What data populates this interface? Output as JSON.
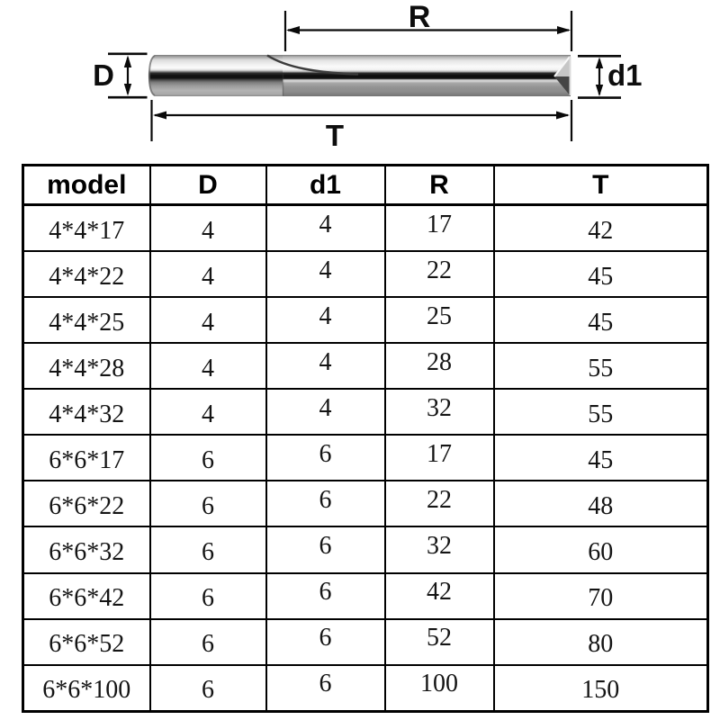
{
  "diagram": {
    "labels": {
      "R": "R",
      "D": "D",
      "d1": "d1",
      "T": "T"
    },
    "line_color": "#000000",
    "tool_colors": {
      "highlight": "#fafafa",
      "dark_band": "#0d0d0d",
      "body_gray": "#9c9c9c"
    }
  },
  "table": {
    "headers": {
      "model": "model",
      "D": "D",
      "d1": "d1",
      "R": "R",
      "T": "T"
    },
    "rows": [
      {
        "model": "4*4*17",
        "D": "4",
        "d1": "4",
        "R": "17",
        "T": "42"
      },
      {
        "model": "4*4*22",
        "D": "4",
        "d1": "4",
        "R": "22",
        "T": "45"
      },
      {
        "model": "4*4*25",
        "D": "4",
        "d1": "4",
        "R": "25",
        "T": "45"
      },
      {
        "model": "4*4*28",
        "D": "4",
        "d1": "4",
        "R": "28",
        "T": "55"
      },
      {
        "model": "4*4*32",
        "D": "4",
        "d1": "4",
        "R": "32",
        "T": "55"
      },
      {
        "model": "6*6*17",
        "D": "6",
        "d1": "6",
        "R": "17",
        "T": "45"
      },
      {
        "model": "6*6*22",
        "D": "6",
        "d1": "6",
        "R": "22",
        "T": "48"
      },
      {
        "model": "6*6*32",
        "D": "6",
        "d1": "6",
        "R": "32",
        "T": "60"
      },
      {
        "model": "6*6*42",
        "D": "6",
        "d1": "6",
        "R": "42",
        "T": "70"
      },
      {
        "model": "6*6*52",
        "D": "6",
        "d1": "6",
        "R": "52",
        "T": "80"
      },
      {
        "model": "6*6*100",
        "D": "6",
        "d1": "6",
        "R": "100",
        "T": "150"
      }
    ]
  }
}
